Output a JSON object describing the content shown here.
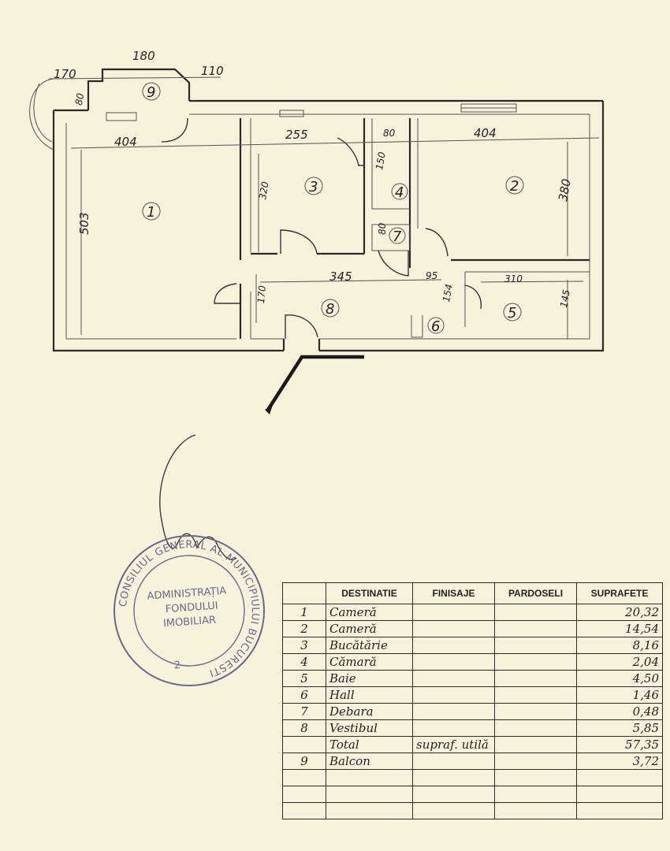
{
  "plan": {
    "dimensions": {
      "balcony_left": "170",
      "balcony_width": "180",
      "balcony_right": "110",
      "balcony_depth": "80",
      "room1_width": "404",
      "room1_depth": "503",
      "room3_width": "255",
      "room3_depth": "320",
      "room4_width": "80",
      "room4_depth": "150",
      "room7_size": "80",
      "room2_width": "404",
      "room2_depth": "380",
      "hall_length": "345",
      "hall_width": "170",
      "corridor_width": "95",
      "room6_depth": "154",
      "room5_width": "310",
      "room5_depth": "145"
    },
    "room_numbers": [
      "1",
      "2",
      "3",
      "4",
      "5",
      "6",
      "7",
      "8",
      "9"
    ]
  },
  "stamp": {
    "outer_text": "CONSILIUL GENERAL AL MUNICIPIULUI BUCURESTI",
    "line1": "ADMINISTRAȚIA",
    "line2": "FONDULUI",
    "line3": "IMOBILIAR",
    "number": "2"
  },
  "table": {
    "headers": [
      "DESTINATIE",
      "FINISAJE",
      "PARDOSELI",
      "SUPRAFETE"
    ],
    "rows": [
      {
        "num": "1",
        "name": "Cameră",
        "area": "20,32"
      },
      {
        "num": "2",
        "name": "Cameră",
        "area": "14,54"
      },
      {
        "num": "3",
        "name": "Bucătărie",
        "area": "8,16"
      },
      {
        "num": "4",
        "name": "Cămară",
        "area": "2,04"
      },
      {
        "num": "5",
        "name": "Baie",
        "area": "4,50"
      },
      {
        "num": "6",
        "name": "Hall",
        "area": "1,46"
      },
      {
        "num": "7",
        "name": "Debara",
        "area": "0,48"
      },
      {
        "num": "8",
        "name": "Vestibul",
        "area": "5,85"
      }
    ],
    "total": {
      "label": "Total",
      "label2": "supraf. utilă",
      "area": "57,35"
    },
    "balcony": {
      "num": "9",
      "name": "Balcon",
      "area": "3,72"
    }
  }
}
